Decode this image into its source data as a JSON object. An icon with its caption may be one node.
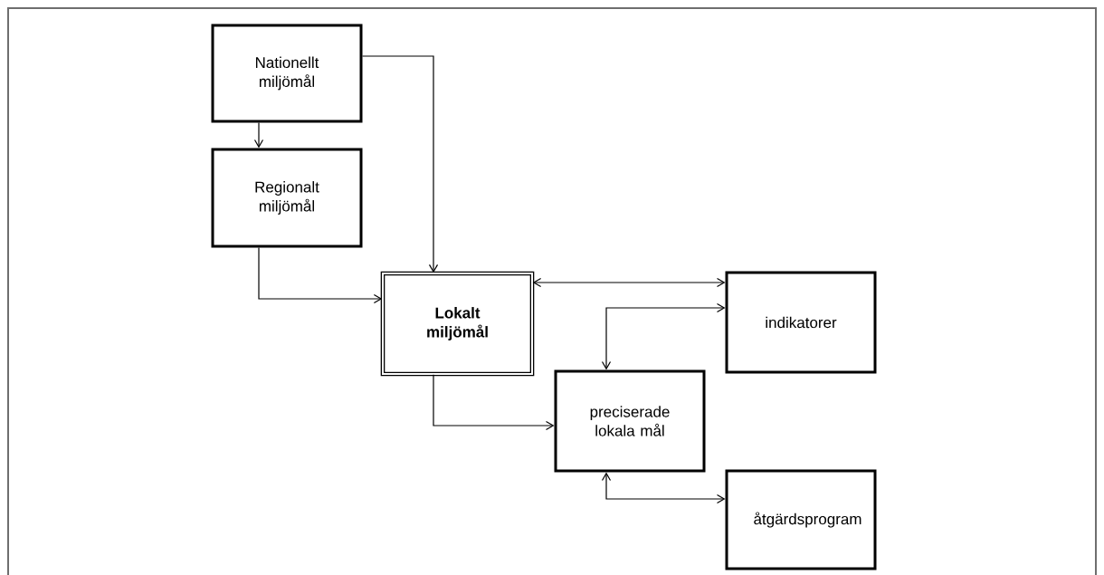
{
  "diagram": {
    "nodes": [
      {
        "text": [
          "Nationellt miljömål"
        ]
      },
      {
        "text": [
          "Regionalt miljömål"
        ]
      },
      {
        "text": [
          "Lokalt miljömål"
        ]
      },
      {
        "text": [
          "indikatorer"
        ]
      },
      {
        "text": [
          "preciserade lokala mål"
        ]
      },
      {
        "text": [
          "åtgärdsprogram"
        ]
      }
    ],
    "edges": [
      {
        "from": 0,
        "to": 1,
        "arrow": "to"
      },
      {
        "from": 0,
        "to": 2,
        "arrow": "to"
      },
      {
        "from": 1,
        "to": 2,
        "arrow": "to"
      },
      {
        "from": 2,
        "to": 3,
        "arrow": "both"
      },
      {
        "from": 3,
        "to": 4,
        "arrow": "both"
      },
      {
        "from": 2,
        "to": 4,
        "arrow": "to"
      },
      {
        "from": 4,
        "to": 5,
        "arrow": "both"
      }
    ]
  }
}
